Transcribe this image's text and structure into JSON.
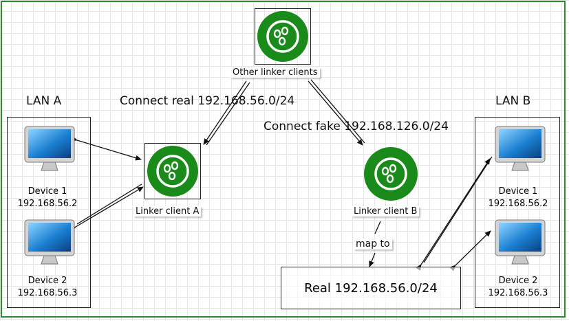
{
  "nodes": {
    "other_clients": {
      "label": "Other linker clients"
    },
    "client_a": {
      "label": "Linker client A"
    },
    "client_b": {
      "label": "Linker client B"
    }
  },
  "lans": {
    "lan_a": {
      "title": "LAN A",
      "devices": [
        {
          "name": "Device 1",
          "ip": "192.168.56.2"
        },
        {
          "name": "Device 2",
          "ip": "192.168.56.3"
        }
      ]
    },
    "lan_b": {
      "title": "LAN B",
      "devices": [
        {
          "name": "Device 1",
          "ip": "192.168.56.2"
        },
        {
          "name": "Device 2",
          "ip": "192.168.56.3"
        }
      ]
    }
  },
  "edges": {
    "connect_real": "Connect real 192.168.56.0/24",
    "connect_fake": "Connect fake 192.168.126.0/24",
    "map_to": "map to"
  },
  "real_subnet": {
    "label": "Real 192.168.56.0/24"
  },
  "colors": {
    "logo_green": "#1a8a1a",
    "frame_green": "#2e8b2e",
    "grid": "#e6e6e6"
  },
  "icons": {
    "linker": "linker-logo-icon",
    "computer": "computer-monitor-icon"
  }
}
